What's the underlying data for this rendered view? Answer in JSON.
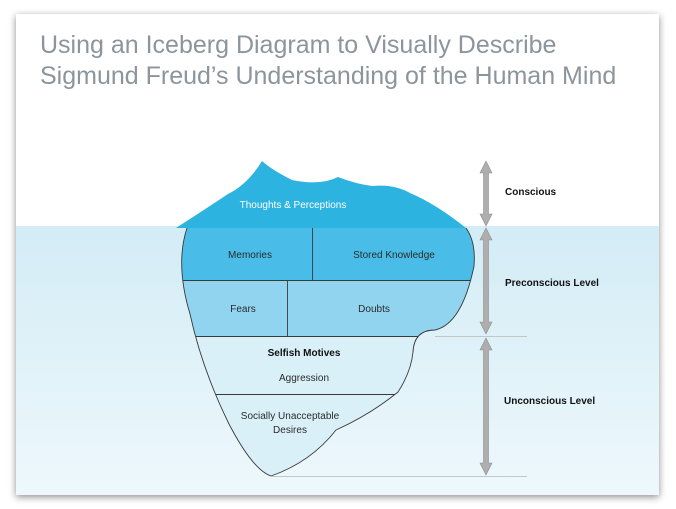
{
  "title": {
    "line1": "Using an Iceberg Diagram to Visually Describe",
    "line2": "Sigmund Freud’s Understanding of the Human Mind"
  },
  "iceberg": {
    "tip": "Thoughts & Perceptions",
    "memories": "Memories",
    "stored_knowledge": "Stored Knowledge",
    "fears": "Fears",
    "doubts": "Doubts",
    "selfish_motives": "Selfish Motives",
    "aggression": "Aggression",
    "socially_unacceptable_line1": "Socially Unacceptable",
    "socially_unacceptable_line2": "Desires"
  },
  "levels": {
    "conscious": "Conscious",
    "preconscious": "Preconscious Level",
    "unconscious": "Unconscious Level"
  },
  "colors": {
    "water_top": "#d3ecf6",
    "water_bottom": "#edf7fb",
    "tip": "#2cb3e0",
    "preconscious_top": "#49bde7",
    "preconscious_bottom": "#90d4ef",
    "unconscious": "#d9f0f8",
    "arrow": "#aeaeae"
  }
}
